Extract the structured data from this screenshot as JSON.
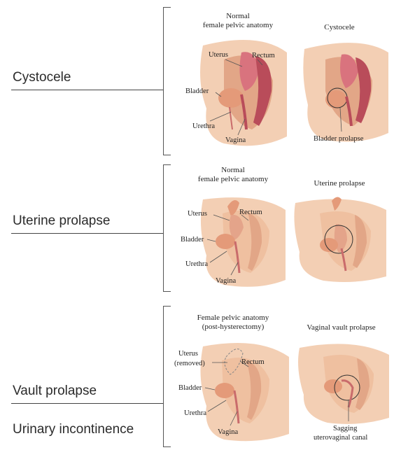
{
  "categories": [
    {
      "label": "Cystocele"
    },
    {
      "label": "Uterine prolapse"
    },
    {
      "label": "Vault prolapse"
    },
    {
      "label": "Urinary incontinence"
    }
  ],
  "rows": [
    {
      "left_title": "Normal\nfemale pelvic anatomy",
      "right_title": "Cystocele",
      "left_labels": {
        "uterus": "Uterus",
        "rectum": "Rectum",
        "bladder": "Bladder",
        "urethra": "Urethra",
        "vagina": "Vagina"
      },
      "right_labels": {
        "callout": "Bladder prolapse"
      }
    },
    {
      "left_title": "Normal\nfemale pelvic anatomy",
      "right_title": "Uterine prolapse",
      "left_labels": {
        "uterus": "Uterus",
        "rectum": "Rectum",
        "bladder": "Bladder",
        "urethra": "Urethra",
        "vagina": "Vagina"
      }
    },
    {
      "left_title": "Female pelvic anatomy\n(post-hysterectomy)",
      "right_title": "Vaginal vault prolapse",
      "left_labels": {
        "uterus1": "Uterus",
        "uterus2": "(removed)",
        "rectum": "Rectum",
        "bladder": "Bladder",
        "urethra": "Urethra",
        "vagina": "Vagina"
      },
      "right_labels": {
        "callout1": "Sagging",
        "callout2": "uterovaginal canal"
      }
    }
  ],
  "colors": {
    "skin": "#f3cfb4",
    "skin_dark": "#e2a687",
    "organ": "#d9737e",
    "organ_dark": "#b94c5a",
    "bladder": "#e49a79"
  }
}
